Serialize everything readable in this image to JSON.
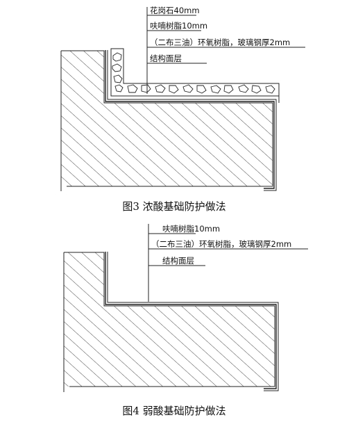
{
  "figures": [
    {
      "caption": "图3   浓酸基础防护做法",
      "labels": [
        "花岗石40mm",
        "呋喃树脂10mm",
        "（二布三油）环氧树脂，玻璃钢厚2mm",
        "结构面层"
      ]
    },
    {
      "caption": "图4   弱酸基础防护做法",
      "labels": [
        "呋喃树脂10mm",
        "（二布三油）环氧树脂，玻璃钢厚2mm",
        "结构面层"
      ]
    }
  ]
}
